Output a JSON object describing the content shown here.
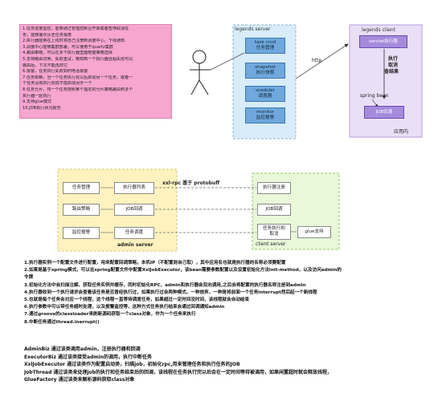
{
  "note": {
    "lines": [
      "1.任务进度监控，能够通过管理控制台开启或者暂停取消任",
      "务，能够展示历史任务报表",
      "2.执行器能够在上线时将自己注册到调度中心，下线通知",
      "3.调度中心能够集群部署，可以使用于quartz集群",
      "4.路由策略，可以在多个执行器里面根据策略选择",
      "5.支持路由切换，失败重试，哪知到一个执行器远程失败可以",
      "路由后，下次不能再前它",
      "6.报警，任务执行失败如何电话报警",
      "7.任务依赖，当一个任务执行完以后启动另一个任务，或者一",
      "个任务没有执行完成不能启动另外一个",
      "8.任务分片，将一个任务按照某个指定的分片策略路由到多个",
      "执行器一起执行",
      "9.支持glue模式",
      "10.JOB执行状况报告"
    ]
  },
  "legends_server": {
    "title": "legends server",
    "items": [
      {
        "line1": "task crud",
        "line2": "任务管理"
      },
      {
        "line1": "shapshot",
        "line2": "执行快照"
      },
      {
        "line1": "sceduler",
        "line2": "调度器"
      },
      {
        "line1": "monitor",
        "line2": "监控报警"
      }
    ]
  },
  "legends_client": {
    "title": "legends client",
    "servlet_label": "servlet执行器",
    "exec_line1": "执行",
    "exec_line2": "取消",
    "exec_line3": "查结果",
    "spring_bean": "spring bean",
    "job_label": "JOB实现",
    "app_label": "应用内"
  },
  "http_label": "http",
  "rpc_label": "xxl-rpc 基于 protobuff",
  "admin_server": {
    "title": "admin server",
    "left_items": [
      "任务管理",
      "路由策略",
      "监控报警"
    ],
    "right_items": [
      "执行器列表",
      "JOB回调",
      "任务调度"
    ]
  },
  "client_server": {
    "title": "client server",
    "items": [
      "执行器注册",
      "JOB回调",
      "任务执行和\n取消"
    ],
    "glue": "glue支持"
  },
  "description": [
    "1.执行器实例一个配置文件进行配置，用来配置回调策略，本机IP（不配置则自己取），其中应用名也就是执行器的名称必须要配置",
    "2.如果是基于spring模式，可以在spring配置文件中配置XxlJobExecutor，该bean需要参数配置以及设置初始化方法init-method，以及访问admin的",
    "令牌",
    "3.初始化方法中会扫描注解，获取任务实例并缓存，同时初始化RPC，admin和执行器会双向调用,之后会将配置的执行器名称注册到admin",
    "4.执行器收到一个执行请求会查看该任务是否曾经执行过，如果执行过会两种模式，一种放弃，一种是将前面一个任务interrupt然后起一个新线程",
    "5.也就是每个任务会对应一个线程，这个线程一直等待调度任务，如果超过一定时间没时间，该线程就会自动结束",
    "6.执行参数中可以带任务超时处理，以及报警监控等，这种方式任务执行结束会通过回调通知admin",
    "7.通过groove的classloader来刷新源码获取一个class对象，作为一个任务来执行",
    "8.中断任务通过thread.inerrupt()"
  ],
  "classes": [
    "AdminBiz 通过该类调用admin，注册执行器和回调",
    "ExecutorBiz 通过该类接受admin的调用，执行中断任务",
    "XxlJobExecutor 通过该类作为配置启动类，扫描job，初始化rpc,用来管理任务和执行任务的JOB",
    "JobThread 通过该类来处理job的执行和任务结束后的回调，该线程在任务执行完以后会在一定时间等待被调用，如果闲置超时就会释放线程，",
    "GlueFactory 通过该类来解析源码获取class对象"
  ],
  "colors": {
    "note_pink": "#f7a6d0",
    "server_panel": "#d8ecfa",
    "service_blue": "#6fa8dc",
    "client_panel": "#eadff7",
    "client_purple": "#a58bdc",
    "admin_panel": "#fff2bf",
    "client_server_panel": "#e8f8d8"
  }
}
